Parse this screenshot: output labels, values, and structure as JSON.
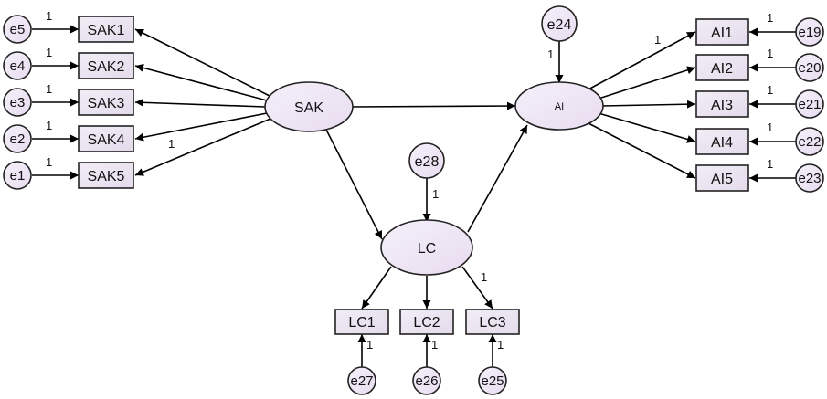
{
  "diagram": {
    "latent": {
      "sak": "SAK",
      "ai": "AI",
      "lc": "LC"
    },
    "observed": {
      "sak": [
        "SAK1",
        "SAK2",
        "SAK3",
        "SAK4",
        "SAK5"
      ],
      "ai": [
        "AI1",
        "AI2",
        "AI3",
        "AI4",
        "AI5"
      ],
      "lc": [
        "LC1",
        "LC2",
        "LC3"
      ]
    },
    "errors": {
      "sak": [
        "e5",
        "e4",
        "e3",
        "e2",
        "e1"
      ],
      "ai": [
        "e19",
        "e20",
        "e21",
        "e22",
        "e23"
      ],
      "lc": [
        "e27",
        "e26",
        "e25"
      ],
      "ai_disturbance": "e24",
      "lc_disturbance": "e28"
    },
    "weight_label": "1",
    "colors": {
      "box_fill": "#ebe3f0",
      "ellipse_fill": "#efe8f5",
      "circle_fill": "#e9e0ee",
      "stroke": "#222222"
    }
  }
}
